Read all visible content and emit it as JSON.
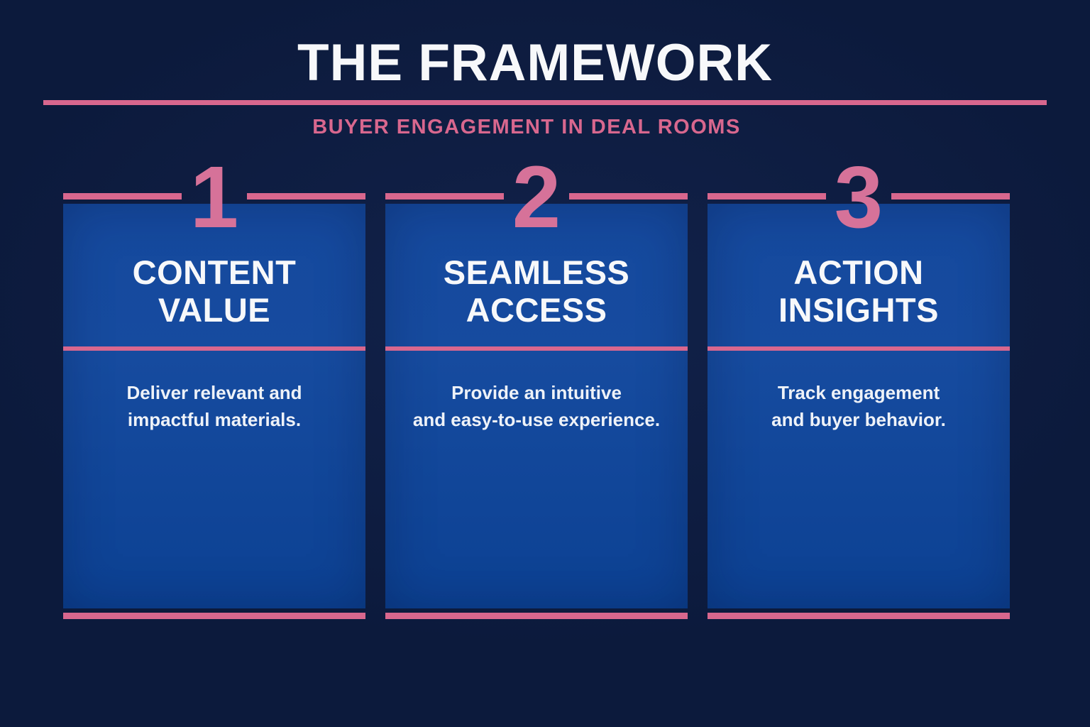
{
  "theme": {
    "background": "#0c1a3c",
    "accent": "#d8678e",
    "number_pink": "#d67299",
    "card_blue_top": "#15499e",
    "card_blue_bottom": "#0c4193",
    "title_white": "#f7f8fa",
    "text_white": "#eef2f8"
  },
  "header": {
    "title": "THE FRAMEWORK",
    "subtitle": "BUYER ENGAGEMENT IN DEAL ROOMS"
  },
  "cards": [
    {
      "number": "1",
      "title": "CONTENT\nVALUE",
      "description": "Deliver relevant and\nimpactful materials."
    },
    {
      "number": "2",
      "title": "SEAMLESS\nACCESS",
      "description": "Provide an intuitive\nand easy-to-use experience."
    },
    {
      "number": "3",
      "title": "ACTION\nINSIGHTS",
      "description": "Track engagement\nand buyer behavior."
    }
  ]
}
